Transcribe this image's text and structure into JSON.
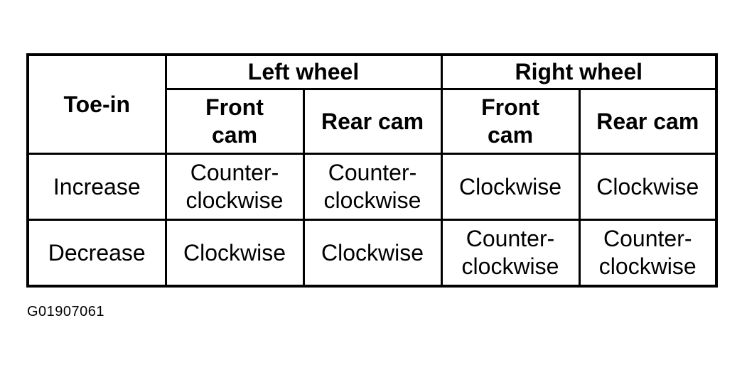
{
  "table": {
    "corner_header": "Toe-in",
    "group_headers": [
      "Left wheel",
      "Right wheel"
    ],
    "sub_headers": [
      [
        "Front",
        "cam"
      ],
      [
        "Rear cam"
      ],
      [
        "Front",
        "cam"
      ],
      [
        "Rear cam"
      ]
    ],
    "rows": [
      {
        "label": "Increase",
        "cells": [
          [
            "Counter-",
            "clockwise"
          ],
          [
            "Counter-",
            "clockwise"
          ],
          [
            "Clockwise"
          ],
          [
            "Clockwise"
          ]
        ]
      },
      {
        "label": "Decrease",
        "cells": [
          [
            "Clockwise"
          ],
          [
            "Clockwise"
          ],
          [
            "Counter-",
            "clockwise"
          ],
          [
            "Counter-",
            "clockwise"
          ]
        ]
      }
    ]
  },
  "figure_id": "G01907061"
}
